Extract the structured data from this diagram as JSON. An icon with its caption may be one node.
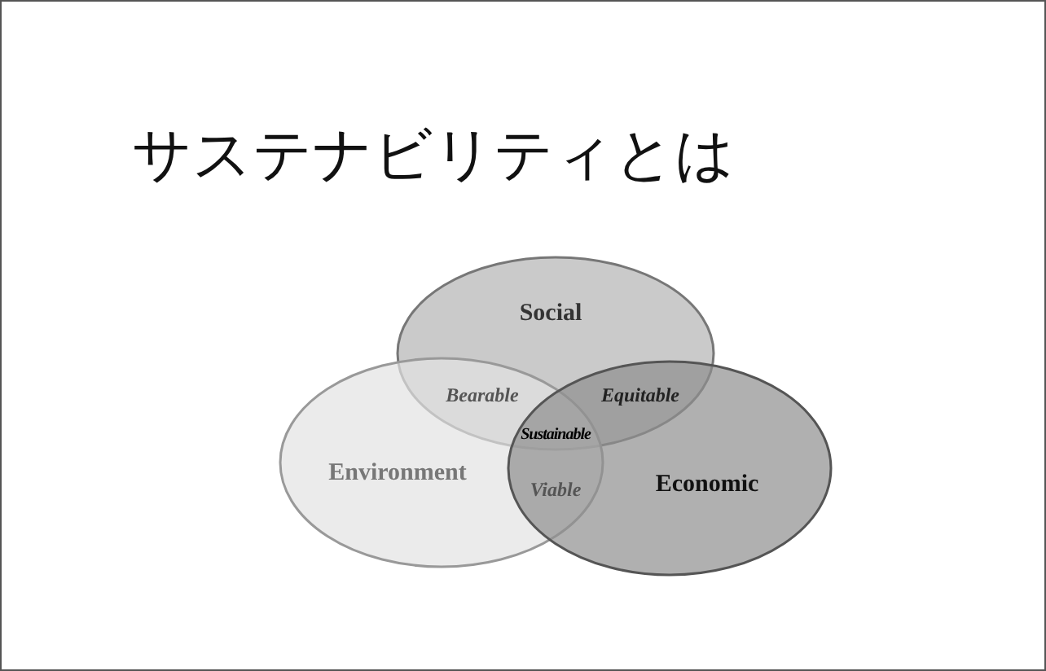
{
  "diagram": {
    "title": "サステナビリティとは",
    "nodes": [
      {
        "text": [
          "Social"
        ]
      },
      {
        "text": [
          "Environment"
        ]
      },
      {
        "text": [
          "Economic"
        ]
      }
    ],
    "labels": [
      "Bearable",
      "Equitable",
      "Sustainable",
      "Viable"
    ]
  }
}
